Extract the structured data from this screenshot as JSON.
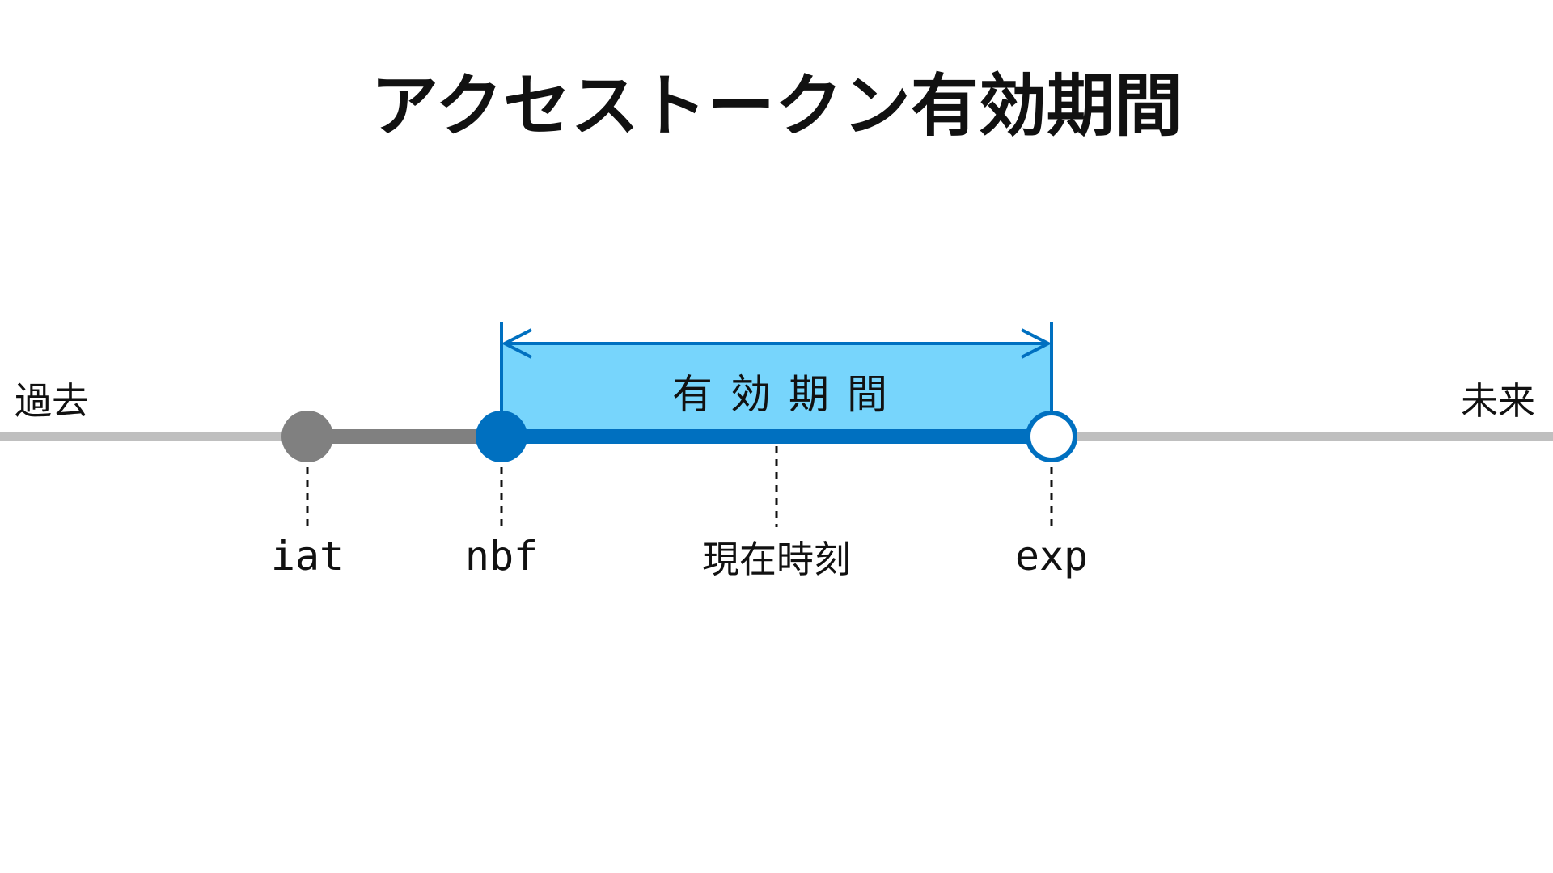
{
  "title": "アクセストークン有効期間",
  "timeline": {
    "past_label": "過去",
    "future_label": "未来"
  },
  "validity_period": {
    "label": "有効期間"
  },
  "markers": {
    "iat": "iat",
    "nbf": "nbf",
    "current_time": "現在時刻",
    "exp": "exp"
  },
  "colors": {
    "timeline": "#bfbfbf",
    "issued_segment": "#808080",
    "valid_segment": "#0070c0",
    "period_fill": "#77d5fc",
    "text": "#111111"
  }
}
